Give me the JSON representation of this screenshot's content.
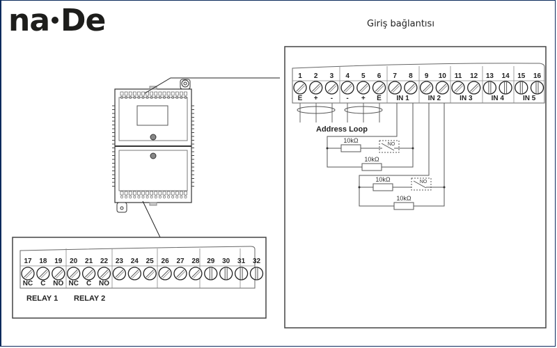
{
  "header": {
    "logo_left": "na",
    "logo_right": "De",
    "title": "Giriş bağlantısı"
  },
  "input_panel": {
    "terminals": [
      "1",
      "2",
      "3",
      "4",
      "5",
      "6",
      "7",
      "8",
      "9",
      "10",
      "11",
      "12",
      "13",
      "14",
      "15",
      "16"
    ],
    "terminal_labels": [
      "E",
      "+",
      "-",
      "-",
      "+",
      "E"
    ],
    "groups": [
      "IN 1",
      "IN 2",
      "IN 3",
      "IN 4",
      "IN 5"
    ],
    "address_loop_label": "Address Loop",
    "resistor_label": "10kΩ",
    "switch_label": "NO"
  },
  "relay_panel": {
    "terminals": [
      "17",
      "18",
      "19",
      "20",
      "21",
      "22",
      "23",
      "24",
      "25",
      "26",
      "27",
      "28",
      "29",
      "30",
      "31",
      "32"
    ],
    "contact_labels": [
      "NC",
      "C",
      "NO",
      "NC",
      "C",
      "NO"
    ],
    "relay_labels": [
      "RELAY 1",
      "RELAY 2"
    ]
  },
  "colors": {
    "frame": "#0b2a5c",
    "line": "#555555",
    "text": "#222222"
  }
}
